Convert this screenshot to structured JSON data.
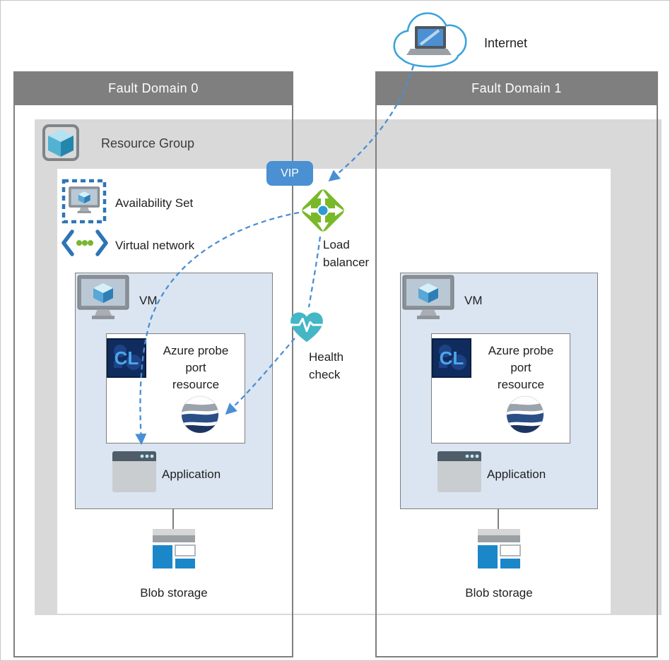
{
  "page": {
    "internet": {
      "label": "Internet"
    },
    "fault_domains": [
      {
        "label": "Fault Domain 0"
      },
      {
        "label": "Fault Domain 1"
      }
    ],
    "resource_group": {
      "label": "Resource Group"
    },
    "availability_set": {
      "label": "Availability Set"
    },
    "virtual_network": {
      "label": "Virtual network"
    },
    "vip": {
      "label": "VIP"
    },
    "load_balancer": {
      "label": "Load balancer"
    },
    "health_check": {
      "label": "Health check"
    },
    "vm": {
      "label": "VM"
    },
    "probe": {
      "label": "Azure probe port resource",
      "cl_badge": "CL"
    },
    "application": {
      "label": "Application"
    },
    "blob_storage": {
      "label": "Blob storage"
    },
    "colors": {
      "arrow_blue": "#4a8fd4",
      "fault_domain_gray": "#7f7f7f",
      "resource_group_band": "#d9d9d9",
      "vm_box_fill": "#dbe5f1",
      "vip_badge": "#4a90d2",
      "load_balancer_green": "#79b929",
      "health_check_teal": "#45b6c6",
      "blob_blue": "#1b87c9",
      "cloud_blue": "#3aa3dc"
    }
  }
}
